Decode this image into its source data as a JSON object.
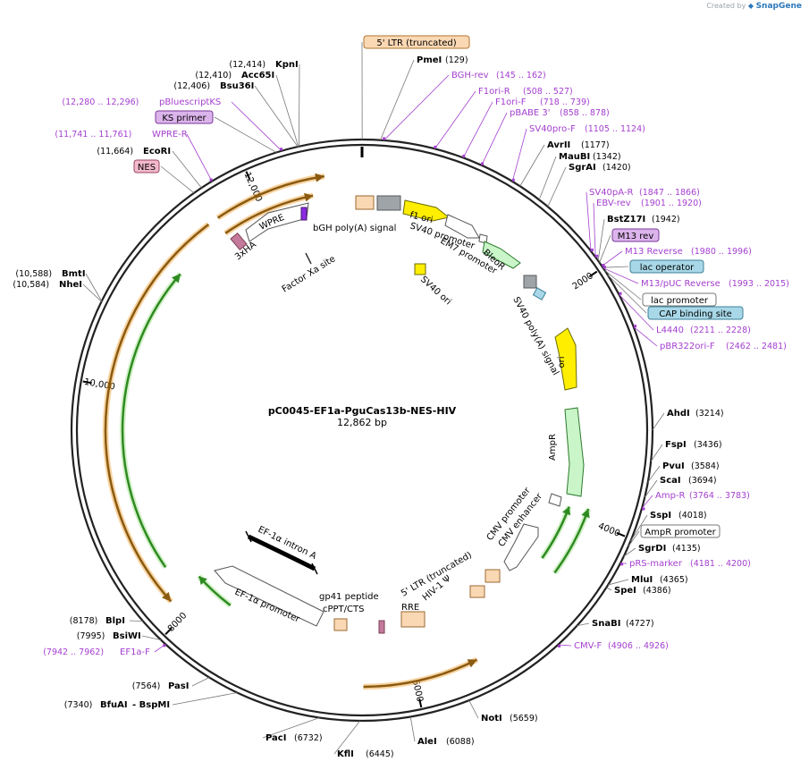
{
  "credit": {
    "prefix": "Created by",
    "brand": "SnapGene"
  },
  "plasmid": {
    "name": "pC0045-EF1a-PguCas13b-NES-HIV",
    "length": 12862,
    "length_label": "12,862 bp"
  },
  "colors": {
    "primer": "#a43fcf",
    "tick": "#000000",
    "orange": "#f0a030",
    "green": "#2e8b20"
  },
  "ticks": [
    {
      "pos": 0,
      "label": ""
    },
    {
      "pos": 2000,
      "label": "2000"
    },
    {
      "pos": 4000,
      "label": "4000"
    },
    {
      "pos": 6000,
      "label": "6000"
    },
    {
      "pos": 8000,
      "label": "8000"
    },
    {
      "pos": 10000,
      "label": "10,000"
    },
    {
      "pos": 12000,
      "label": "12,000"
    }
  ],
  "right_labels": [
    {
      "kind": "tag",
      "name": "5' LTR (truncated)",
      "pos": 1,
      "fill": "#fbd8b4",
      "stroke": "#b07530"
    },
    {
      "kind": "site",
      "name": "PmeI",
      "pos_label": "(129)",
      "pos": 129
    },
    {
      "kind": "primer",
      "name": "BGH-rev",
      "pos_label": "(145 .. 162)",
      "pos": 154
    },
    {
      "kind": "primer",
      "name": "F1ori-R",
      "pos_label": "(508 .. 527)",
      "pos": 518
    },
    {
      "kind": "primer",
      "name": "F1ori-F",
      "pos_label": "(718 .. 739)",
      "pos": 728
    },
    {
      "kind": "primer",
      "name": "pBABE 3'",
      "pos_label": "(858 .. 878)",
      "pos": 868
    },
    {
      "kind": "primer",
      "name": "SV40pro-F",
      "pos_label": "(1105 .. 1124)",
      "pos": 1114
    },
    {
      "kind": "site",
      "name": "AvrII",
      "pos_label": "(1177)",
      "pos": 1177
    },
    {
      "kind": "site",
      "name": "MauBI",
      "pos_label": "(1342)",
      "pos": 1342
    },
    {
      "kind": "site",
      "name": "SgrAI",
      "pos_label": "(1420)",
      "pos": 1420
    },
    {
      "kind": "primer",
      "name": "SV40pA-R",
      "pos_label": "(1847 .. 1866)",
      "pos": 1856
    },
    {
      "kind": "primer",
      "name": "EBV-rev",
      "pos_label": "(1901 .. 1920)",
      "pos": 1910
    },
    {
      "kind": "site",
      "name": "BstZ17I",
      "pos_label": "(1942)",
      "pos": 1942
    },
    {
      "kind": "tag",
      "name": "M13 rev",
      "pos": 1958,
      "fill": "#dcb4ec",
      "stroke": "#7a3a98"
    },
    {
      "kind": "primer",
      "name": "M13 Reverse",
      "pos_label": "(1980 .. 1996)",
      "pos": 1988
    },
    {
      "kind": "tag",
      "name": "lac operator",
      "pos": 2000,
      "fill": "#a8d8e8",
      "stroke": "#3c7f97"
    },
    {
      "kind": "primer",
      "name": "M13/pUC Reverse",
      "pos_label": "(1993 .. 2015)",
      "pos": 2004
    },
    {
      "kind": "tag",
      "name": "lac promoter",
      "pos": 2025,
      "fill": "#ffffff",
      "stroke": "#777777"
    },
    {
      "kind": "tag",
      "name": "CAP binding site",
      "pos": 2060,
      "fill": "#a8d8e8",
      "stroke": "#3c7f97"
    },
    {
      "kind": "primer",
      "name": "L4440",
      "pos_label": "(2211 .. 2228)",
      "pos": 2220
    },
    {
      "kind": "primer",
      "name": "pBR322ori-F",
      "pos_label": "(2462 .. 2481)",
      "pos": 2471
    },
    {
      "kind": "site",
      "name": "AhdI",
      "pos_label": "(3214)",
      "pos": 3214
    },
    {
      "kind": "site",
      "name": "FspI",
      "pos_label": "(3436)",
      "pos": 3436
    },
    {
      "kind": "site",
      "name": "PvuI",
      "pos_label": "(3584)",
      "pos": 3584
    },
    {
      "kind": "site",
      "name": "ScaI",
      "pos_label": "(3694)",
      "pos": 3694
    },
    {
      "kind": "primer",
      "name": "Amp-R",
      "pos_label": "(3764 .. 3783)",
      "pos": 3773
    },
    {
      "kind": "site",
      "name": "SspI",
      "pos_label": "(4018)",
      "pos": 4018
    },
    {
      "kind": "tag",
      "name": "AmpR promoter",
      "pos": 4060,
      "fill": "#ffffff",
      "stroke": "#777777"
    },
    {
      "kind": "site",
      "name": "SgrDI",
      "pos_label": "(4135)",
      "pos": 4135
    },
    {
      "kind": "primer",
      "name": "pRS-marker",
      "pos_label": "(4181 .. 4200)",
      "pos": 4190
    },
    {
      "kind": "site",
      "name": "MluI",
      "pos_label": "(4365)",
      "pos": 4365
    },
    {
      "kind": "site",
      "name": "SpeI",
      "pos_label": "(4386)",
      "pos": 4386
    },
    {
      "kind": "site",
      "name": "SnaBI",
      "pos_label": "(4727)",
      "pos": 4727
    },
    {
      "kind": "primer",
      "name": "CMV-F",
      "pos_label": "(4906 .. 4926)",
      "pos": 4916
    }
  ],
  "bottom_labels": [
    {
      "kind": "site",
      "name": "NotI",
      "pos_label": "(5659)",
      "pos": 5659
    },
    {
      "kind": "site",
      "name": "AleI",
      "pos_label": "(6088)",
      "pos": 6088
    },
    {
      "kind": "site",
      "name": "KflI",
      "pos_label": "(6445)",
      "pos": 6445
    },
    {
      "kind": "site",
      "name": "PacI",
      "pos_label": "(6732)",
      "pos": 6732
    }
  ],
  "left_labels": [
    {
      "kind": "site",
      "name": "BfuAI",
      "extra": "- BspMI",
      "pos_label": "(7340)",
      "pos": 7340
    },
    {
      "kind": "site",
      "name": "PasI",
      "pos_label": "(7564)",
      "pos": 7564
    },
    {
      "kind": "primer",
      "name": "EF1a-F",
      "pos_label": "(7942 .. 7962)",
      "pos": 7952
    },
    {
      "kind": "site",
      "name": "BsiWI",
      "pos_label": "(7995)",
      "pos": 7995
    },
    {
      "kind": "site",
      "name": "BlpI",
      "pos_label": "(8178)",
      "pos": 8178
    },
    {
      "kind": "site",
      "name": "NheI",
      "pos_label": "(10,584)",
      "pos": 10584
    },
    {
      "kind": "site",
      "name": "BmtI",
      "pos_label": "(10,588)",
      "pos": 10588
    },
    {
      "kind": "tag",
      "name": "NES",
      "pos": 11600,
      "fill": "#f2b8cc",
      "stroke": "#9a4563"
    },
    {
      "kind": "site",
      "name": "EcoRI",
      "pos_label": "(11,664)",
      "pos": 11664
    },
    {
      "kind": "primer",
      "name": "WPRE-R",
      "pos_label": "(11,741 .. 11,761)",
      "pos": 11751
    },
    {
      "kind": "tag",
      "name": "KS primer",
      "pos": 12250,
      "fill": "#dcb4ec",
      "stroke": "#7a3a98"
    },
    {
      "kind": "primer",
      "name": "pBluescriptKS",
      "pos_label": "(12,280 .. 12,296)",
      "pos": 12288
    },
    {
      "kind": "site",
      "name": "Bsu36I",
      "pos_label": "(12,406)",
      "pos": 12406
    },
    {
      "kind": "site",
      "name": "Acc65I",
      "pos_label": "(12,410)",
      "pos": 12410
    },
    {
      "kind": "site",
      "name": "KpnI",
      "pos_label": "(12,414)",
      "pos": 12414
    }
  ],
  "inner_labels": [
    {
      "name": "bGH poly(A) signal"
    },
    {
      "name": "f1 ori"
    },
    {
      "name": "SV40 promoter"
    },
    {
      "name": "EM7 promoter"
    },
    {
      "name": "BleoR"
    },
    {
      "name": "SV40 ori"
    },
    {
      "name": "SV40 poly(A) signal"
    },
    {
      "name": "ori"
    },
    {
      "name": "AmpR"
    },
    {
      "name": "CMV promoter"
    },
    {
      "name": "CMV enhancer"
    },
    {
      "name": "5' LTR (truncated)"
    },
    {
      "name": "HIV-1 Ψ"
    },
    {
      "name": "RRE"
    },
    {
      "name": "gp41 peptide"
    },
    {
      "name": "cPPT/CTS"
    },
    {
      "name": "EF-1α promoter"
    },
    {
      "name": "EF-1α intron A"
    },
    {
      "name": "WPRE"
    },
    {
      "name": "3xHA"
    },
    {
      "name": "Factor Xa site"
    }
  ]
}
